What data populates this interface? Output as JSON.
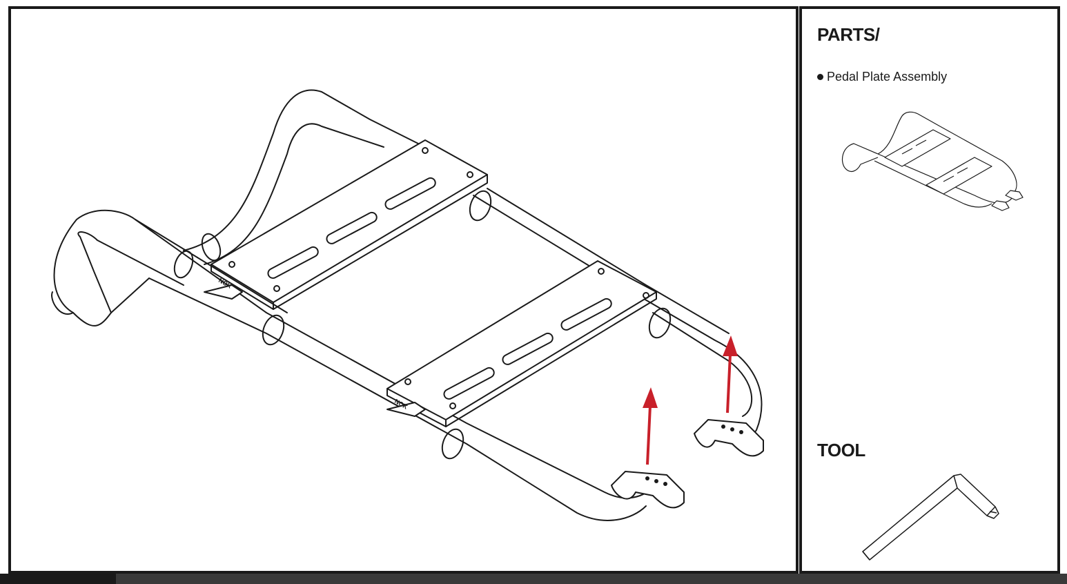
{
  "parts": {
    "heading": "PARTS/",
    "items": [
      {
        "label": "Pedal Plate Assembly"
      }
    ]
  },
  "tools": {
    "heading": "TOOL"
  },
  "plate_marking": "NOK",
  "colors": {
    "arrow": "#c8202a",
    "line": "#1a1a1a",
    "frame": "#1a1a1a"
  },
  "icons": {
    "bullet": "filled-circle",
    "tool": "allen-key-icon"
  }
}
